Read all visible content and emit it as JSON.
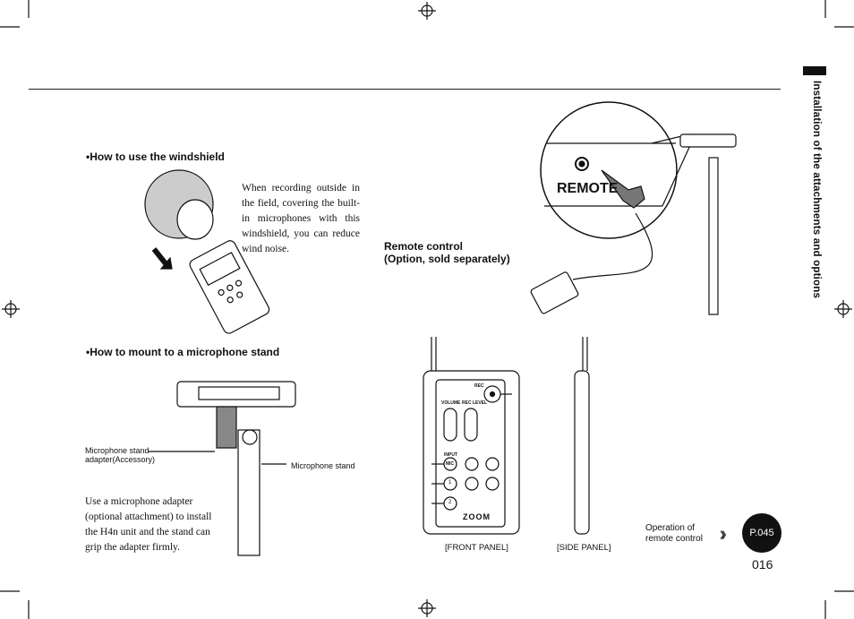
{
  "side_title": "Installation of the attachments and options",
  "windshield": {
    "heading": "•How to use the windshield",
    "text": "When recording outside in the field, covering the built-in microphones with this windshield, you can reduce wind noise."
  },
  "mount": {
    "heading": "•How to mount to a microphone stand",
    "adapter_label": "Microphone stand adapter(Accessory)",
    "stand_label": "Microphone stand",
    "text": "Use a microphone adapter (optional attachment) to install the H4n unit and the stand can grip the adapter firmly."
  },
  "remote": {
    "label_line1": "Remote control",
    "label_line2": "(Option, sold separately)",
    "jack_label": "REMOTE",
    "front_caption": "[FRONT PANEL]",
    "side_caption": "[SIDE PANEL]",
    "buttons": {
      "rec": "REC",
      "volume": "VOLUME",
      "rec_level": "REC LEVEL",
      "input": "INPUT",
      "mic": "MIC",
      "one": "1",
      "two": "2",
      "brand": "ZOOM"
    }
  },
  "reference": {
    "text_line1": "Operation of",
    "text_line2": "remote control",
    "arrows": "〉〉〉〉",
    "page": "P.045"
  },
  "page_number": "016"
}
